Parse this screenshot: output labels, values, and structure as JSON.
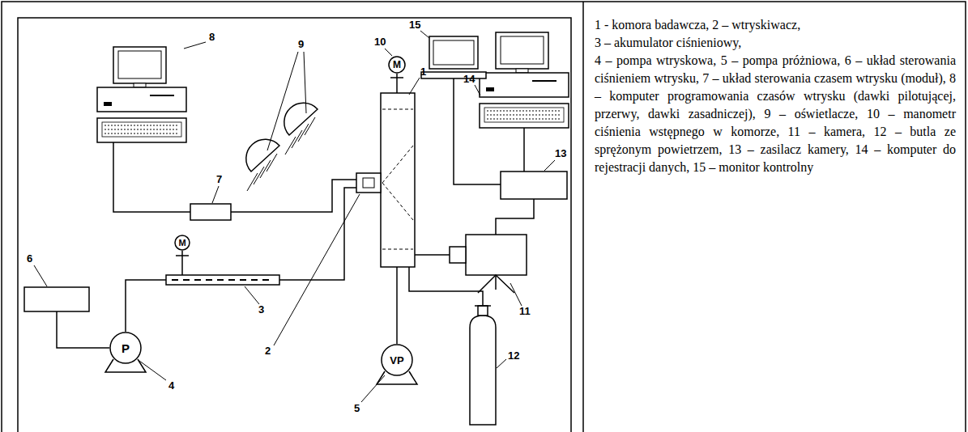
{
  "diagram": {
    "nodes": [
      {
        "text": [
          "M"
        ]
      },
      {
        "text": [
          "M"
        ]
      },
      {
        "text": [
          "P"
        ]
      },
      {
        "text": [
          "VP"
        ]
      }
    ],
    "labels": [
      "1",
      "2",
      "3",
      "4",
      "5",
      "6",
      "7",
      "8",
      "9",
      "10",
      "11",
      "12",
      "13",
      "14",
      "15",
      "1 - komora badawcza, 2 – wtryskiwacz,",
      "3 – akumulator ciśnieniowy,",
      "4 – pompa wtryskowa, 5 – pompa próżniowa, 6 – układ sterowania ciśnieniem wtrysku, 7 – układ sterowania czasem wtrysku (moduł), 8 – komputer programowania czasów wtrysku (dawki pilotującej, przerwy, dawki zasadniczej), 9 – oświetlacze, 10 – manometr ciśnienia wstępnego w komorze, 11 – kamera, 12 – butla ze sprężonym powietrzem, 13 – zasilacz kamery, 14 – komputer do rejestracji danych, 15 – monitor kontrolny"
    ]
  }
}
